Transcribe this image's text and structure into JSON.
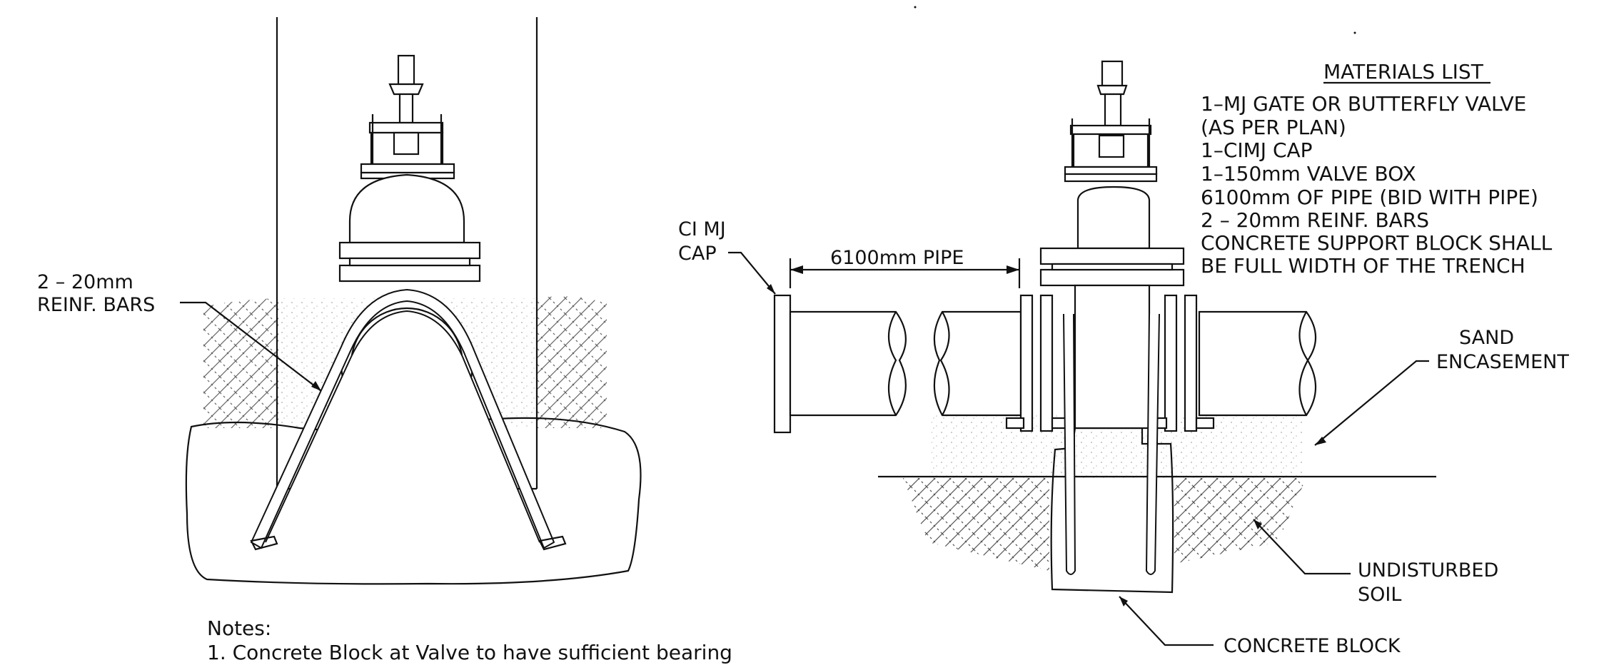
{
  "labels": {
    "reinf_left_line1": "2 – 20mm",
    "reinf_left_line2": "REINF. BARS",
    "ci_cap_line1": "CI MJ",
    "ci_cap_line2": "CAP",
    "pipe_length": "6100mm PIPE",
    "sand_line1": "SAND",
    "sand_line2": "ENCASEMENT",
    "soil_line1": "UNDISTURBED",
    "soil_line2": "SOIL",
    "concrete_block": "CONCRETE BLOCK"
  },
  "materials": {
    "title": "MATERIALS LIST",
    "items": [
      "1–MJ GATE OR BUTTERFLY VALVE",
      "(AS PER PLAN)",
      "1–CIMJ CAP",
      "1–150mm VALVE BOX",
      "6100mm OF PIPE (BID WITH PIPE)",
      "2 – 20mm REINF. BARS",
      "CONCRETE SUPPORT BLOCK SHALL",
      "BE FULL WIDTH OF THE TRENCH"
    ]
  },
  "notes": {
    "title": "Notes:",
    "items": [
      "1.   Concrete Block at Valve to have sufficient bearing"
    ]
  },
  "colors": {
    "line": "#111111",
    "background": "#ffffff",
    "hatch": "#555555",
    "sand": "#b8b8b8"
  }
}
